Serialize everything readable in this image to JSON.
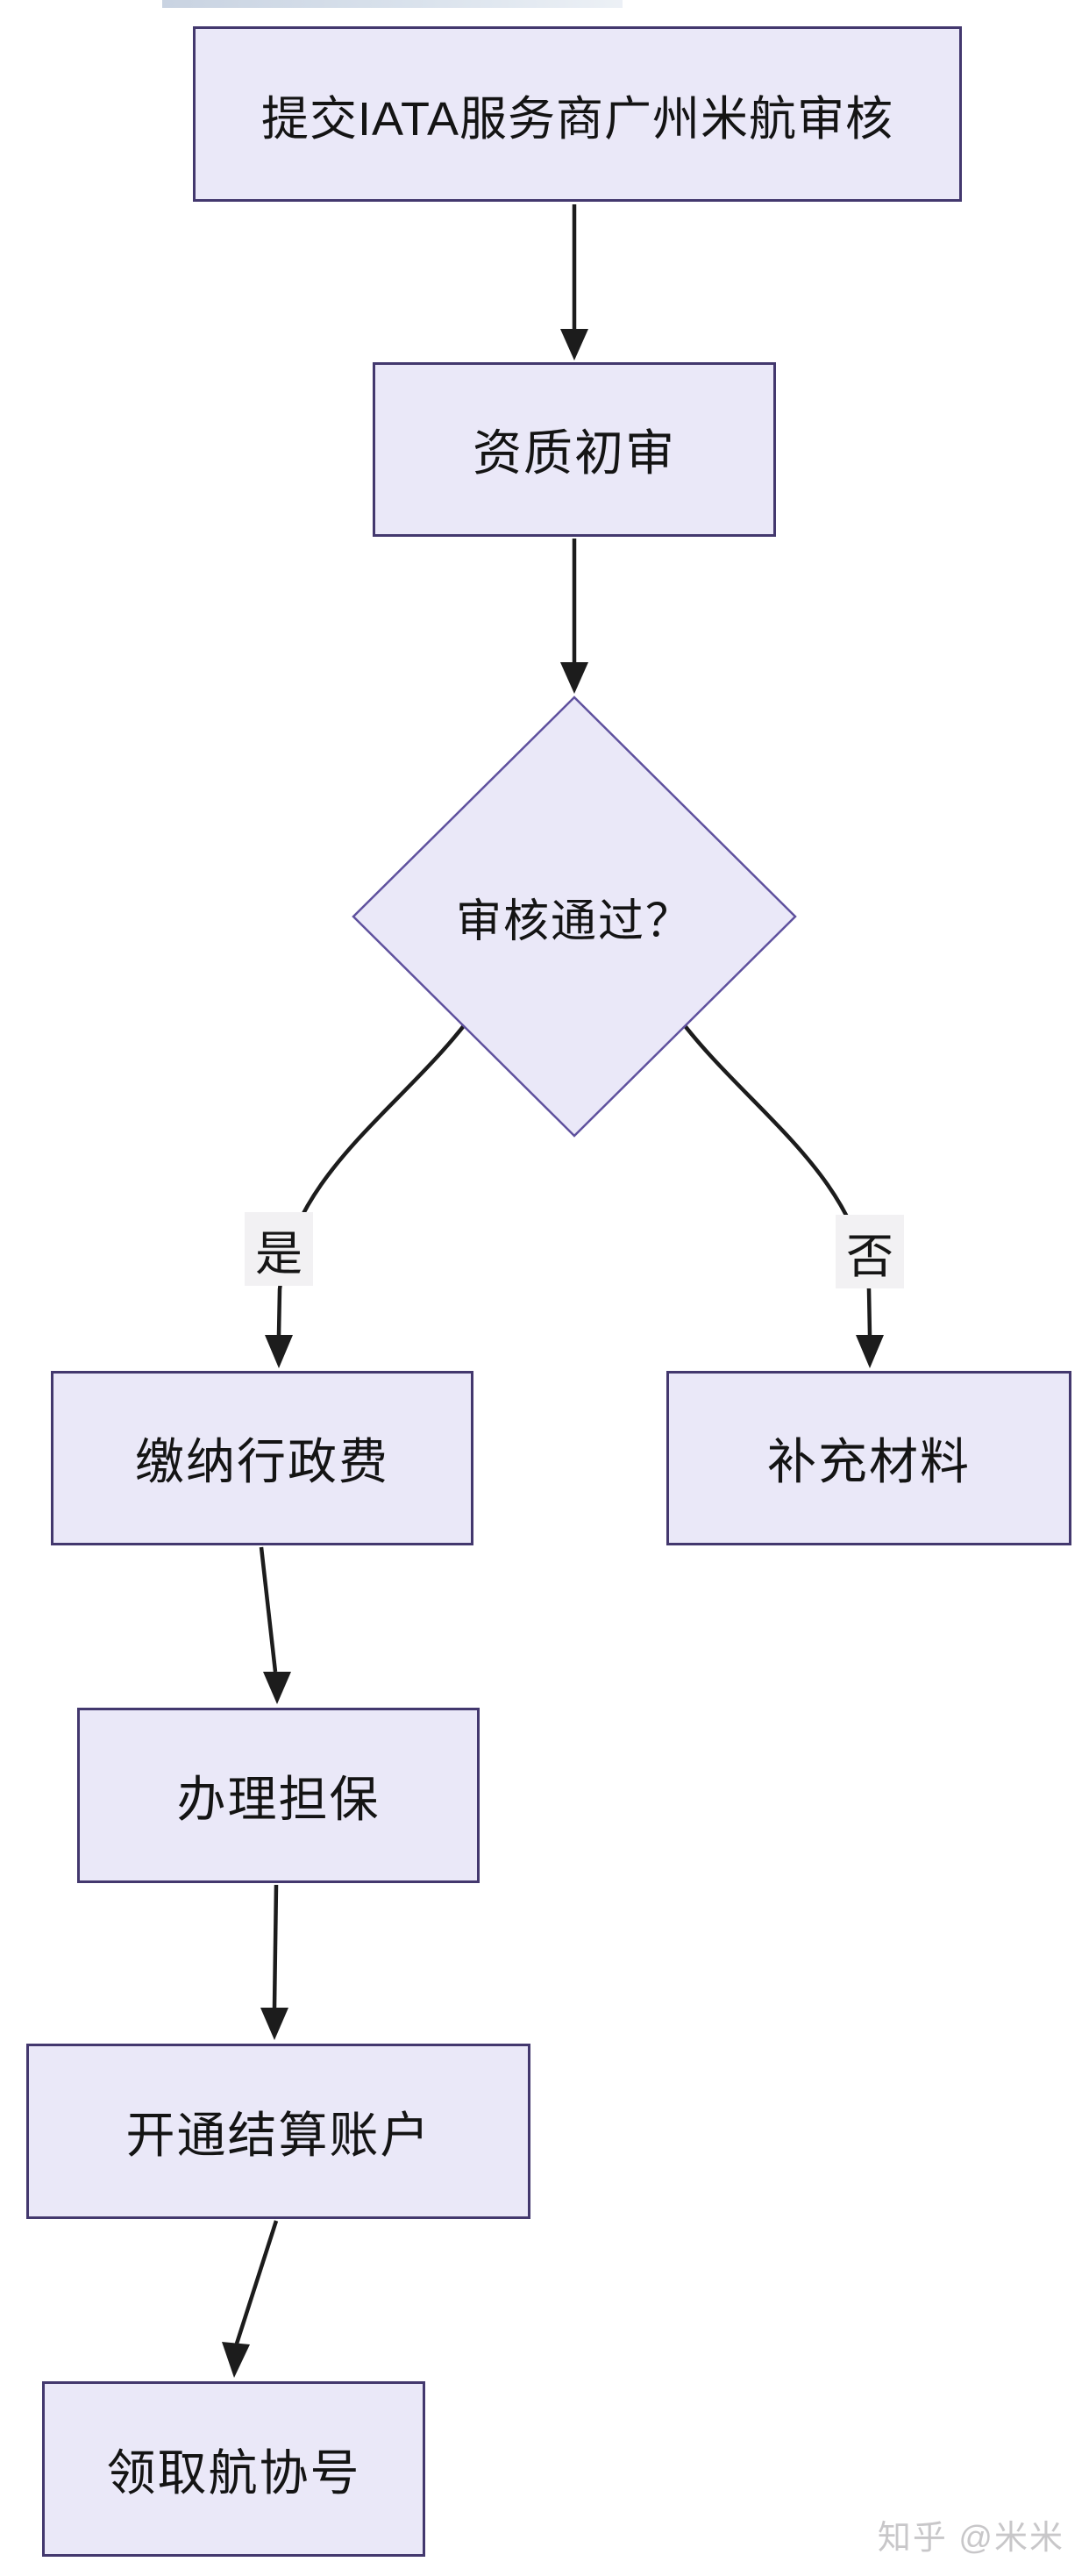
{
  "flowchart": {
    "title_node": "提交IATA服务商广州米航审核",
    "nodes": [
      {
        "id": "submit",
        "type": "process",
        "label": "提交IATA服务商广州米航审核"
      },
      {
        "id": "initial-review",
        "type": "process",
        "label": "资质初审"
      },
      {
        "id": "decision",
        "type": "decision",
        "label": "审核通过？"
      },
      {
        "id": "pay-fee",
        "type": "process",
        "label": "缴纳行政费"
      },
      {
        "id": "supplement",
        "type": "process",
        "label": "补充材料"
      },
      {
        "id": "guarantee",
        "type": "process",
        "label": "办理担保"
      },
      {
        "id": "open-account",
        "type": "process",
        "label": "开通结算账户"
      },
      {
        "id": "get-number",
        "type": "process",
        "label": "领取航协号"
      }
    ],
    "edges": [
      {
        "from": "submit",
        "to": "initial-review",
        "label": ""
      },
      {
        "from": "initial-review",
        "to": "decision",
        "label": ""
      },
      {
        "from": "decision",
        "to": "pay-fee",
        "label": "是"
      },
      {
        "from": "decision",
        "to": "supplement",
        "label": "否"
      },
      {
        "from": "pay-fee",
        "to": "guarantee",
        "label": ""
      },
      {
        "from": "guarantee",
        "to": "open-account",
        "label": ""
      },
      {
        "from": "open-account",
        "to": "get-number",
        "label": ""
      }
    ]
  },
  "watermark": {
    "text": "知乎 @米米"
  },
  "colors": {
    "background": "#ffffff",
    "node_fill": "#eae8f8",
    "node_border": "#43386e",
    "diamond_border": "#5f519e",
    "arrow": "#1c1c1c",
    "edge_label_background": "#f2f1f3",
    "watermark_text": "#c8c7c9"
  }
}
